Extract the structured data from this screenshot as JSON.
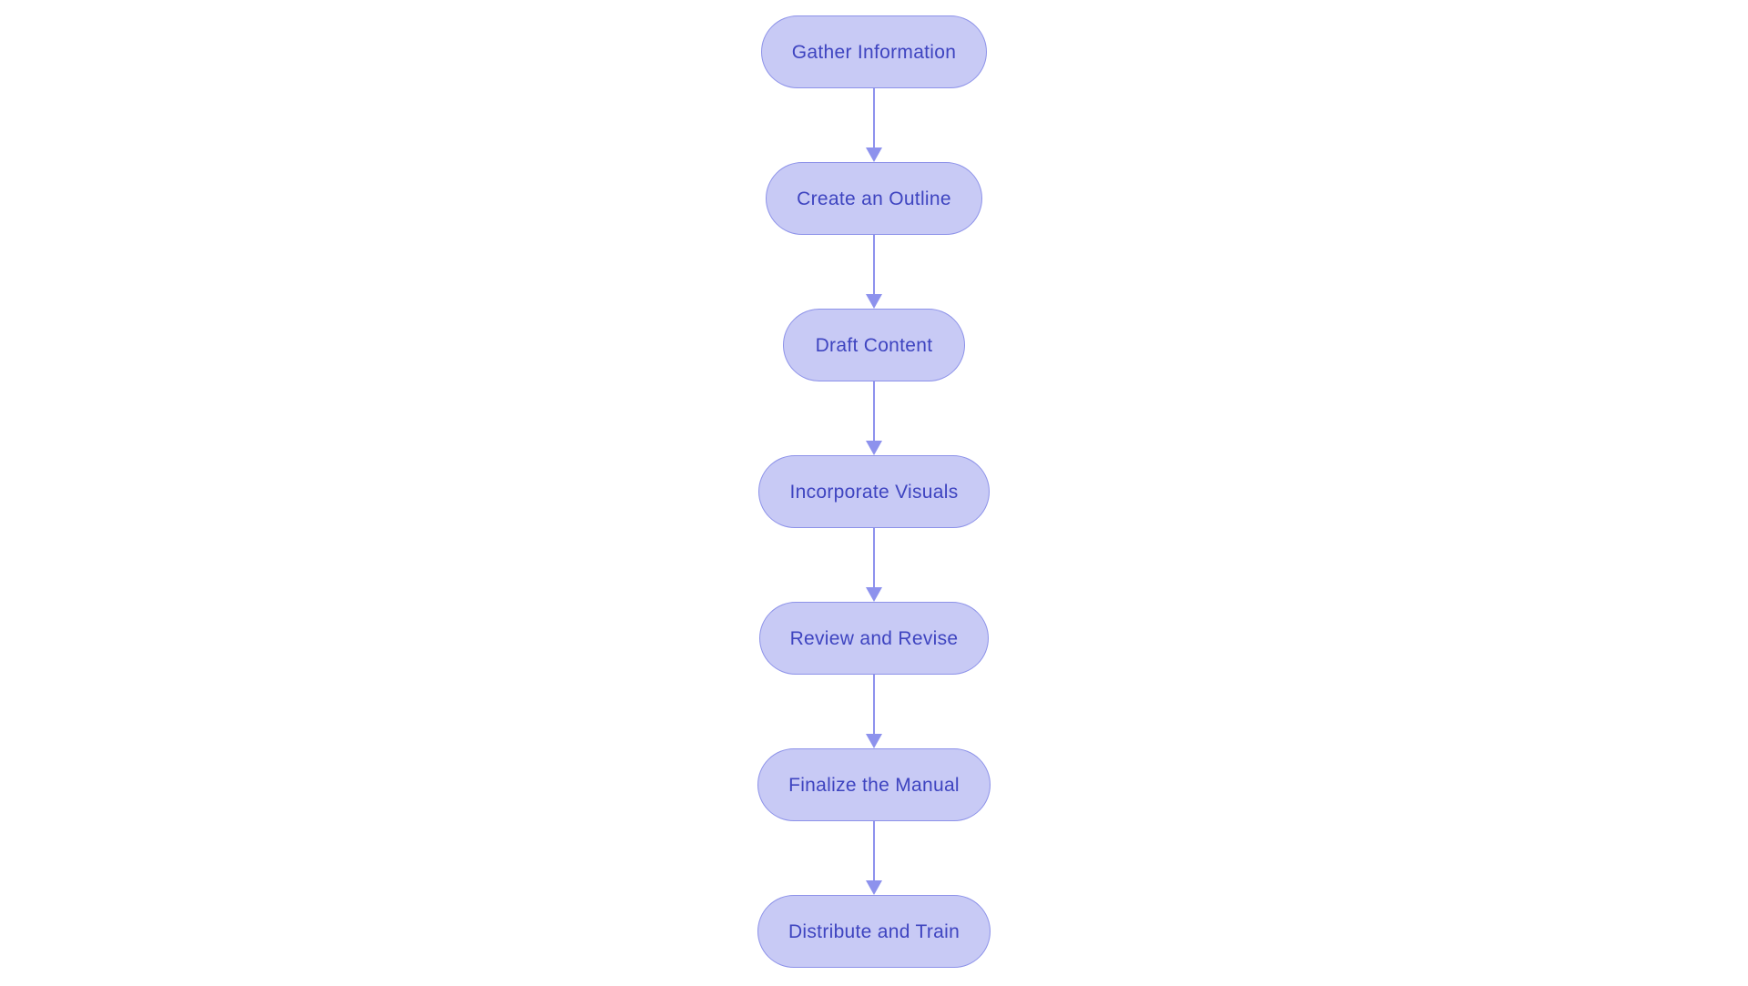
{
  "diagram": {
    "type": "flowchart",
    "direction": "top-down",
    "nodes": [
      {
        "id": "step-1",
        "label": "Gather Information"
      },
      {
        "id": "step-2",
        "label": "Create an Outline"
      },
      {
        "id": "step-3",
        "label": "Draft Content"
      },
      {
        "id": "step-4",
        "label": "Incorporate Visuals"
      },
      {
        "id": "step-5",
        "label": "Review and Revise"
      },
      {
        "id": "step-6",
        "label": "Finalize the Manual"
      },
      {
        "id": "step-7",
        "label": "Distribute and Train"
      }
    ],
    "edges": [
      {
        "from": "Gather Information",
        "to": "Create an Outline"
      },
      {
        "from": "Create an Outline",
        "to": "Draft Content"
      },
      {
        "from": "Draft Content",
        "to": "Incorporate Visuals"
      },
      {
        "from": "Incorporate Visuals",
        "to": "Review and Revise"
      },
      {
        "from": "Review and Revise",
        "to": "Finalize the Manual"
      },
      {
        "from": "Finalize the Manual",
        "to": "Distribute and Train"
      }
    ],
    "colors": {
      "node_fill": "#c8caf5",
      "node_border": "#8d92e9",
      "node_text": "#3e44c0",
      "arrow": "#8d92ed",
      "background": "#ffffff"
    }
  }
}
